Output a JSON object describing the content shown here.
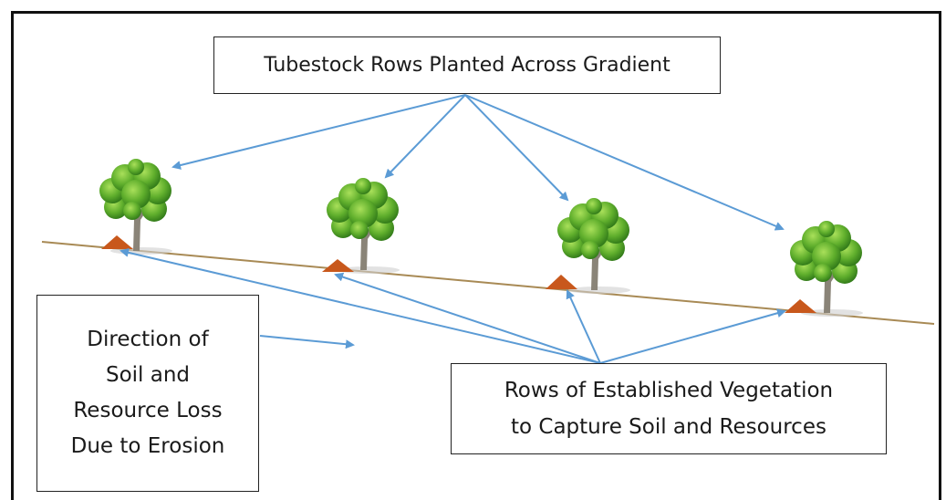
{
  "labels": {
    "top": "Tubestock Rows Planted Across Gradient",
    "left": [
      "Direction of",
      "Soil and",
      "Resource Loss",
      "Due to Erosion"
    ],
    "right": [
      "Rows of Established Vegetation",
      "to Capture Soil and Resources"
    ]
  },
  "colors": {
    "ground": "#a88a55",
    "soil_mound": "#c8581c",
    "arrow": "#5b9bd5",
    "foliage_dark": "#2f7d1a",
    "foliage_light": "#8ed04a",
    "trunk": "#8a8478"
  },
  "trees": [
    {
      "name": "tree-1"
    },
    {
      "name": "tree-2"
    },
    {
      "name": "tree-3"
    },
    {
      "name": "tree-4"
    }
  ]
}
